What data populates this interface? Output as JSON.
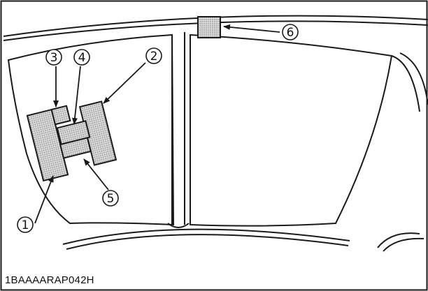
{
  "figure": {
    "code": "1BAAAARAP042H",
    "line_color": "#1a1a1a",
    "panel_fill": "#c8c8c8",
    "callouts": [
      {
        "id": "1",
        "label": "①"
      },
      {
        "id": "2",
        "label": "②"
      },
      {
        "id": "3",
        "label": "③"
      },
      {
        "id": "4",
        "label": "④"
      },
      {
        "id": "5",
        "label": "⑤"
      },
      {
        "id": "6",
        "label": "⑥"
      }
    ]
  }
}
